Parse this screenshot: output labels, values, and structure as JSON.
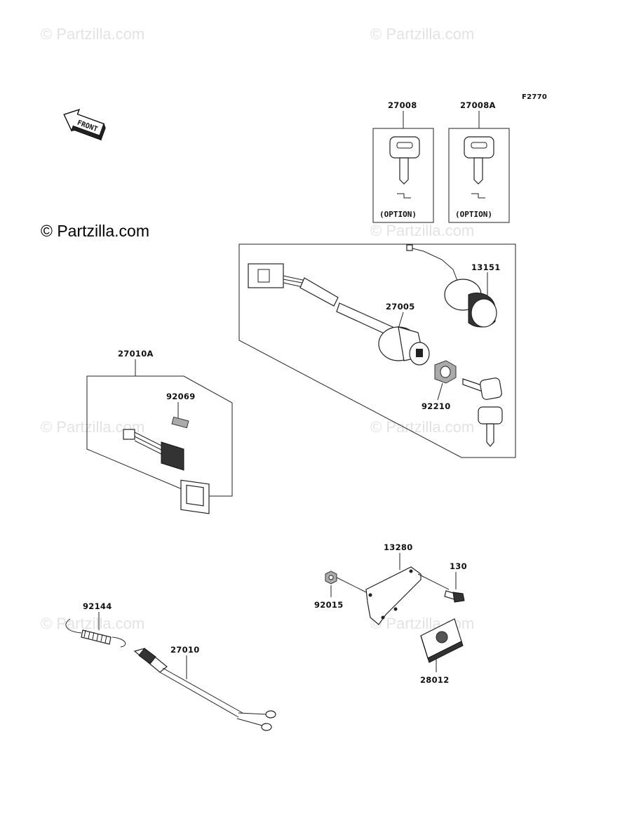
{
  "figure_code": "F2770",
  "watermark": "© Partzilla.com",
  "front_arrow_label": "FRONT",
  "option_label": "(OPTION)",
  "parts": {
    "key_blank": "27008",
    "key_blank_alt": "27008A",
    "switch_lamp": "13151",
    "ignition_switch": "27005",
    "nut": "92210",
    "switch_assembly": "27010A",
    "gasket": "92069",
    "spring": "92144",
    "switch": "27010",
    "bracket": "13280",
    "bolt": "130",
    "nut_flange": "92015",
    "label": "28012"
  }
}
